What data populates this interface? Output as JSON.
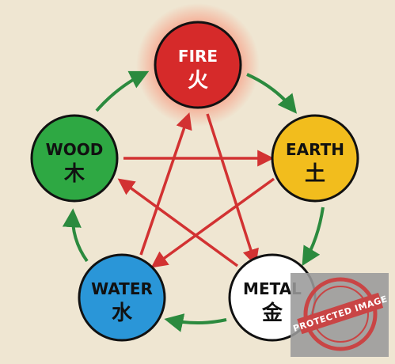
{
  "nodes": [
    {
      "id": "fire",
      "name": "FIRE",
      "char": "火",
      "fill": "#d62a2a",
      "text": "#ffffff"
    },
    {
      "id": "earth",
      "name": "EARTH",
      "char": "土",
      "fill": "#f2bd1d",
      "text": "#111111"
    },
    {
      "id": "metal",
      "name": "METAL",
      "char": "金",
      "fill": "#ffffff",
      "text": "#111111"
    },
    {
      "id": "water",
      "name": "WATER",
      "char": "水",
      "fill": "#2a96d8",
      "text": "#111111"
    },
    {
      "id": "wood",
      "name": "WOOD",
      "char": "木",
      "fill": "#2ea843",
      "text": "#111111"
    }
  ],
  "cycles": {
    "generating": {
      "color": "#2b8a3e",
      "sequence": [
        "fire",
        "earth",
        "metal",
        "water",
        "wood",
        "fire"
      ]
    },
    "controlling": {
      "color": "#d23232",
      "sequence": [
        "fire",
        "metal",
        "wood",
        "earth",
        "water",
        "fire"
      ]
    }
  },
  "watermark": {
    "text": "PROTECTED IMAGE",
    "color": "#c94545",
    "panel": "#9a9a9a"
  }
}
